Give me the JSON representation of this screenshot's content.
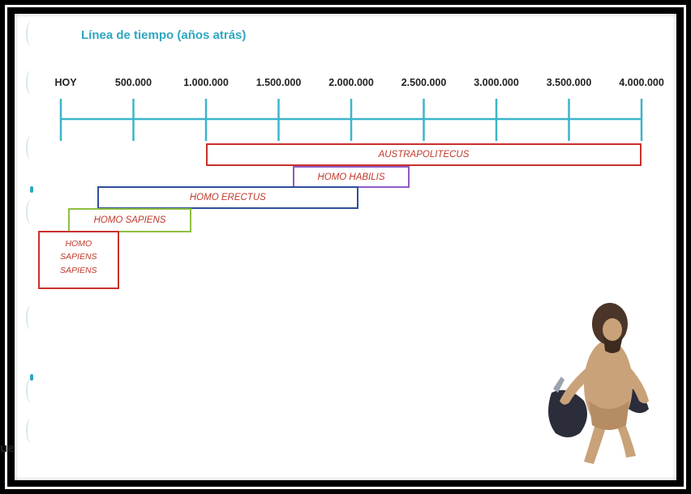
{
  "title": "Línea de tiempo (años atrás)",
  "axis": {
    "ticks": [
      "HOY",
      "500.000",
      "1.000.000",
      "1.500.000",
      "2.000.000",
      "2.500.000",
      "3.000.000",
      "3.500.000",
      "4.000.000"
    ],
    "color": "#3bb5c9"
  },
  "species": [
    {
      "name": "AUSTRAPOLITECUS",
      "from_years": 1000000,
      "to_years": 4000000,
      "color": "#c9302c"
    },
    {
      "name": "HOMO HABILIS",
      "from_years": 1600000,
      "to_years": 2400000,
      "color": "#8e5bc4"
    },
    {
      "name": "HOMO ERECTUS",
      "from_years": 250000,
      "to_years": 2050000,
      "color": "#2f4f9a"
    },
    {
      "name": "HOMO SAPIENS",
      "from_years": 50000,
      "to_years": 900000,
      "color": "#8fbf3f"
    },
    {
      "name_lines": [
        "HOMO",
        "SAPIENS",
        "SAPIENS"
      ],
      "from_years": 0,
      "to_years": 400000,
      "color": "#c9302c"
    }
  ],
  "side_text": "ue"
}
